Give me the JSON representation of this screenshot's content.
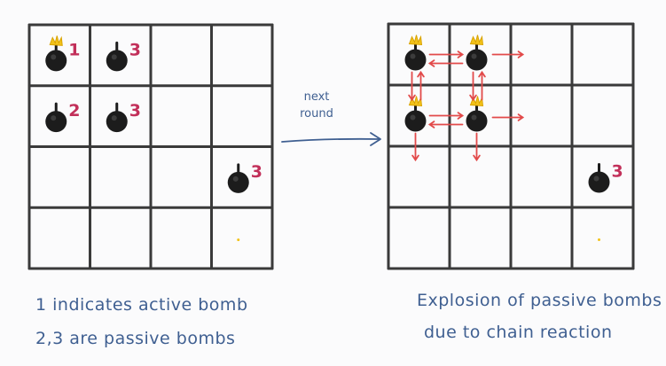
{
  "diagram": {
    "arrow_label": [
      "next",
      "round"
    ],
    "caption_left": [
      "1 indicates active bomb",
      "2,3 are passive bombs"
    ],
    "caption_right": [
      "Explosion of passive bombs",
      "due to chain reaction"
    ],
    "left_grid": {
      "rows": 4,
      "cols": 4,
      "bombs": [
        {
          "row": 0,
          "col": 0,
          "label": "1",
          "active": true
        },
        {
          "row": 0,
          "col": 1,
          "label": "3",
          "active": false
        },
        {
          "row": 1,
          "col": 0,
          "label": "2",
          "active": false
        },
        {
          "row": 1,
          "col": 1,
          "label": "3",
          "active": false
        },
        {
          "row": 2,
          "col": 3,
          "label": "3",
          "active": false
        }
      ]
    },
    "right_grid": {
      "rows": 4,
      "cols": 4,
      "bombs": [
        {
          "row": 0,
          "col": 0,
          "label": "",
          "active": true
        },
        {
          "row": 0,
          "col": 1,
          "label": "",
          "active": true
        },
        {
          "row": 1,
          "col": 0,
          "label": "",
          "active": true
        },
        {
          "row": 1,
          "col": 1,
          "label": "",
          "active": true
        },
        {
          "row": 2,
          "col": 3,
          "label": "3",
          "active": false
        }
      ]
    },
    "colors": {
      "grid": "#3a3a3a",
      "bomb": "#1c1c1c",
      "label": "#c2305a",
      "flame": "#f2c21a",
      "explosion_arrow": "#e24a4a",
      "text": "#3f5f91"
    }
  }
}
